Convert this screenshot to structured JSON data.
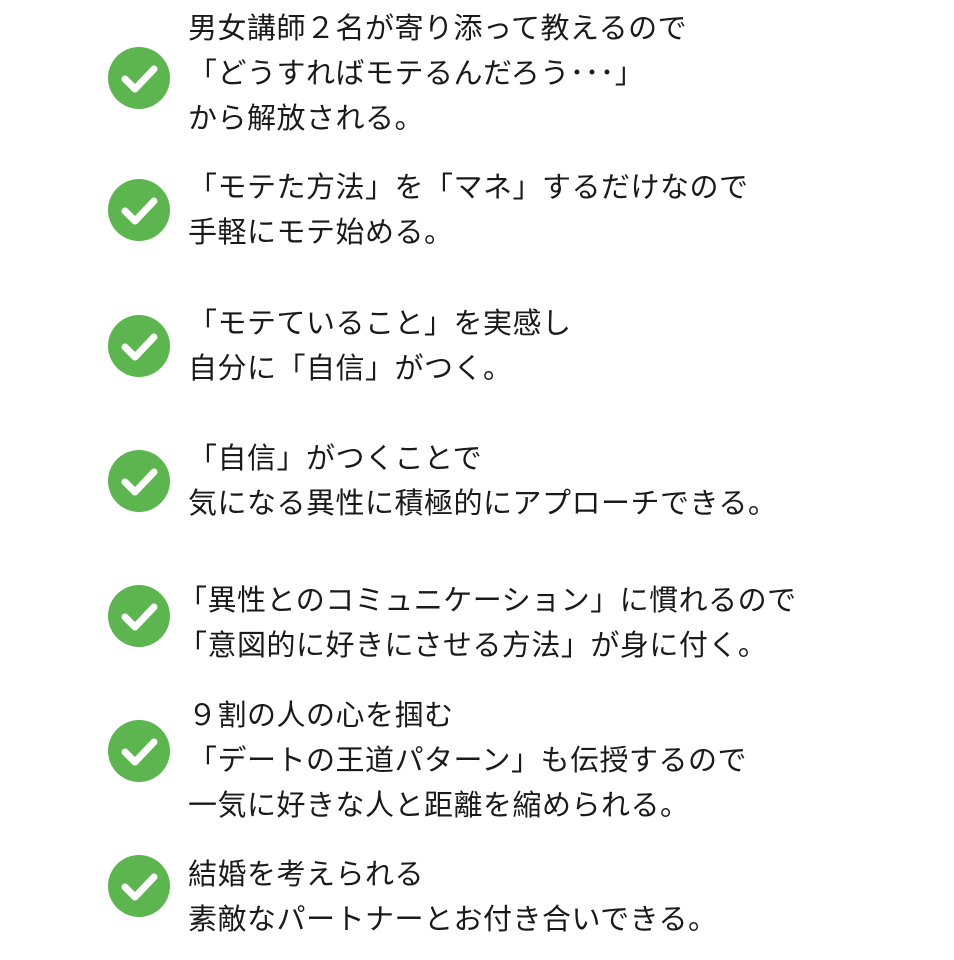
{
  "theme": {
    "check_color": "#5cb54f",
    "check_mark_color": "#ffffff",
    "text_color": "#1a1a1a"
  },
  "items": [
    {
      "icon": "check-circle-icon",
      "lines": [
        "男女講師２名が寄り添って教えるので",
        "「どうすればモテるんだろう･･･」",
        "から解放される。"
      ]
    },
    {
      "icon": "check-circle-icon",
      "lines": [
        "「モテた方法」を「マネ」するだけなので",
        "手軽にモテ始める。"
      ]
    },
    {
      "icon": "check-circle-icon",
      "lines": [
        "「モテていること」を実感し",
        "自分に「自信」がつく。"
      ]
    },
    {
      "icon": "check-circle-icon",
      "lines": [
        "「自信」がつくことで",
        "気になる異性に積極的にアプローチできる。"
      ]
    },
    {
      "icon": "check-circle-icon",
      "lines": [
        "「異性とのコミュニケーション」に慣れるので",
        "「意図的に好きにさせる方法」が身に付く。"
      ]
    },
    {
      "icon": "check-circle-icon",
      "lines": [
        "９割の人の心を掴む",
        "「デートの王道パターン」も伝授するので",
        "一気に好きな人と距離を縮められる。"
      ]
    },
    {
      "icon": "check-circle-icon",
      "lines": [
        "結婚を考えられる",
        "素敵なパートナーとお付き合いできる。"
      ]
    }
  ]
}
